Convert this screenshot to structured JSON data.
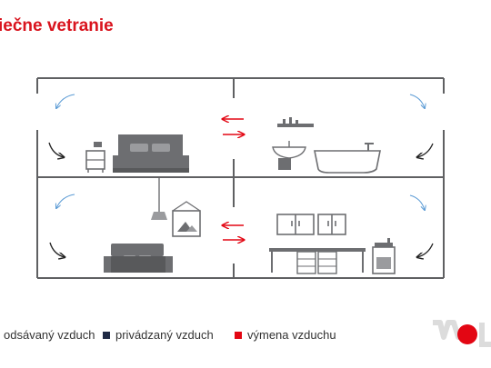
{
  "title": "iečne vetranie",
  "legend": [
    {
      "label": "odsávaný vzduch",
      "color": "#5b9bd5"
    },
    {
      "label": "privádzaný vzduch",
      "color": "#1f2a44"
    },
    {
      "label": "výmena vzduchu",
      "color": "#e30613"
    }
  ],
  "colors": {
    "wall": "#5f6062",
    "furniture": "#6d6e71",
    "furniture_light": "#9a9b9e",
    "exhaust_arrow": "#5b9bd5",
    "supply_arrow": "#222222",
    "exchange_arrow": "#e30613",
    "brand": "#e30613"
  },
  "rooms": [
    {
      "name": "bedroom",
      "icons": [
        "nightstand-icon",
        "bed-icon"
      ]
    },
    {
      "name": "bathroom",
      "icons": [
        "sink-icon",
        "bathtub-icon"
      ]
    },
    {
      "name": "living-room",
      "icons": [
        "lamp-icon",
        "picture-icon",
        "sofa-icon"
      ]
    },
    {
      "name": "kitchen",
      "icons": [
        "cabinets-icon",
        "drawers-icon",
        "stove-icon"
      ]
    }
  ]
}
